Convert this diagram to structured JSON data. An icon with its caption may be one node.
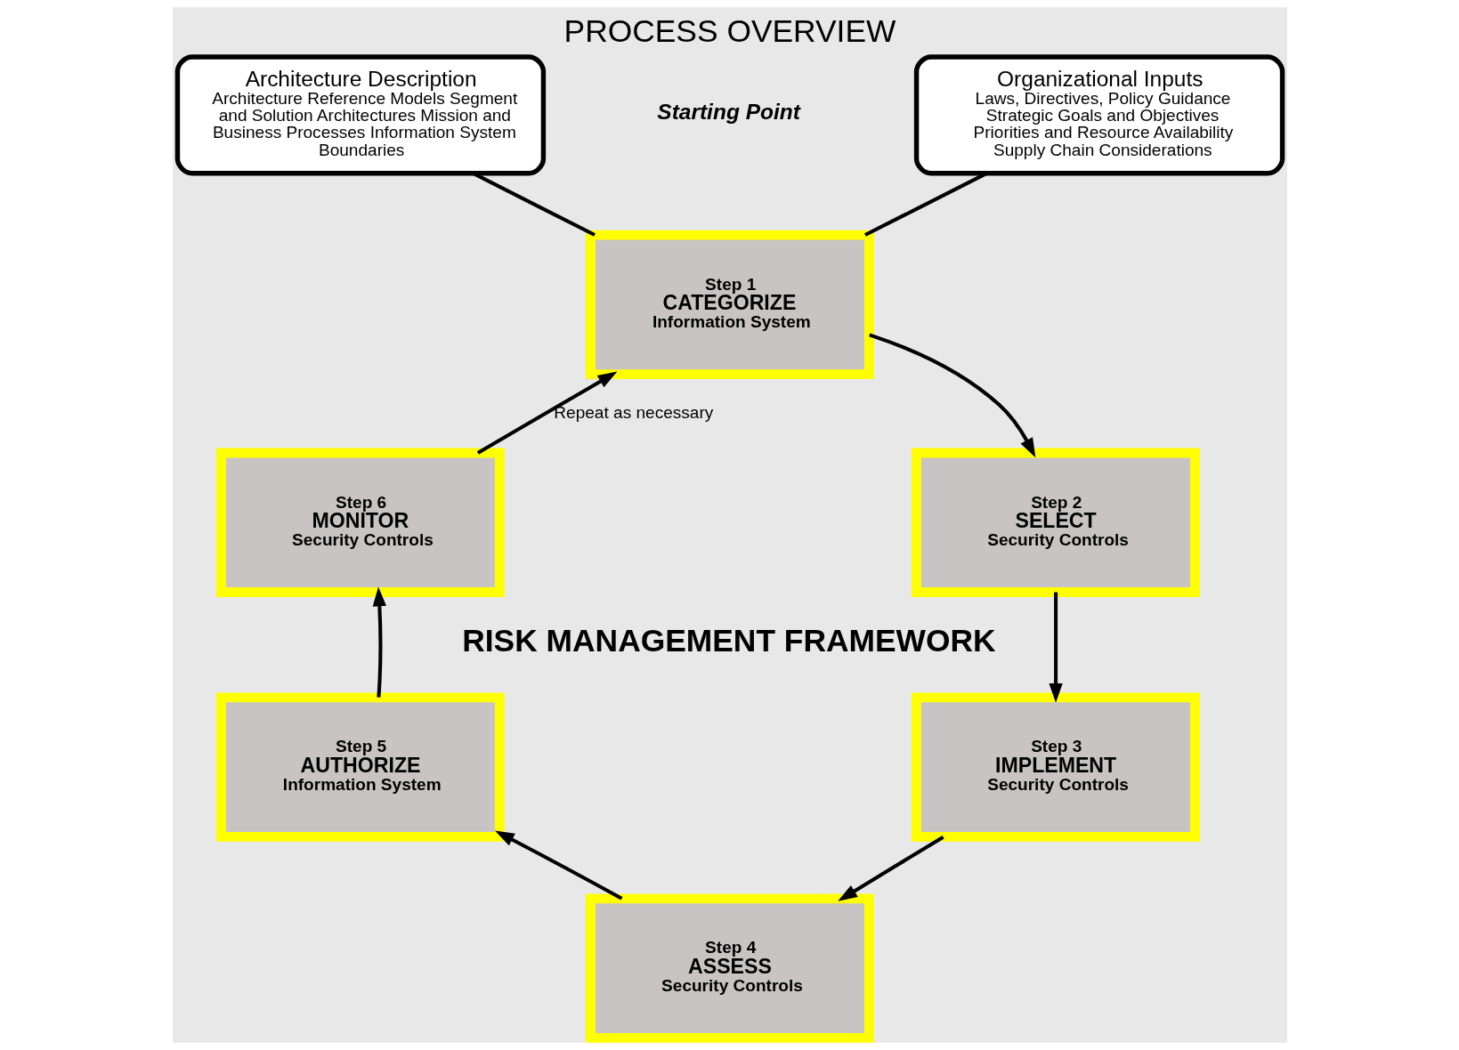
{
  "diagram": {
    "title": "PROCESS OVERVIEW",
    "nodes": [
      {
        "text": [
          "Architecture Description",
          "Architecture Reference Models Segment and Solution Architectures Mission and Business Processes Information System Boundaries"
        ]
      },
      {
        "text": [
          "Organizational Inputs",
          "Laws, Directives, Policy Guidance Strategic Goals and Objectives Priorities and Resource Availability Supply Chain Considerations"
        ]
      },
      {
        "text": [
          "Step 1",
          "CATEGORIZE",
          "Information System"
        ]
      },
      {
        "text": [
          "Step 2",
          "SELECT",
          "Security Controls"
        ]
      },
      {
        "text": [
          "Step 3",
          "IMPLEMENT",
          "Security Controls"
        ]
      },
      {
        "text": [
          "Step 4",
          "ASSESS",
          "Security Controls"
        ]
      },
      {
        "text": [
          "Step 5",
          "AUTHORIZE",
          "Information System"
        ]
      },
      {
        "text": [
          "Step 6",
          "MONITOR",
          "Security Controls"
        ]
      }
    ],
    "edges": [
      {
        "from": 0,
        "to": 2,
        "arrow": "none"
      },
      {
        "from": 1,
        "to": 2,
        "arrow": "none"
      },
      {
        "from": 7,
        "to": 2,
        "arrow": "to",
        "label": "Repeat as necessary"
      },
      {
        "from": 2,
        "to": 3,
        "arrow": "to"
      },
      {
        "from": 3,
        "to": 4,
        "arrow": "to"
      },
      {
        "from": 4,
        "to": 5,
        "arrow": "to"
      },
      {
        "from": 5,
        "to": 6,
        "arrow": "to"
      },
      {
        "from": 6,
        "to": 7,
        "arrow": "to"
      }
    ],
    "labels": [
      "Starting Point",
      "RISK MANAGEMENT FRAMEWORK"
    ]
  }
}
